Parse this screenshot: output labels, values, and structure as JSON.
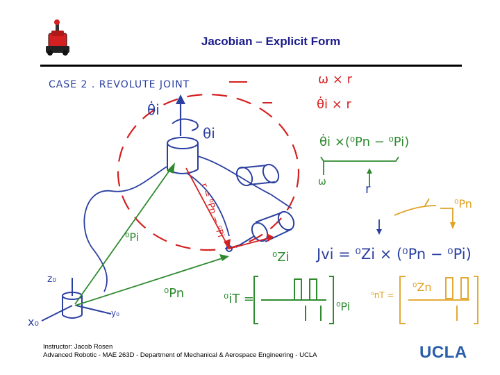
{
  "slide": {
    "title": "Jacobian – Explicit Form",
    "footer_line1": "Instructor: Jacob Rosen",
    "footer_line2": "Advanced Robotic - MAE 263D - Department of Mechanical & Aerospace Engineering - UCLA",
    "logo_text": "UCLA"
  },
  "handwriting": {
    "case_label": "CASE 2 . REVOLUTE JOINT",
    "theta_dot": "θ̇i",
    "theta": "θi",
    "w_cross_r": "ω × r",
    "thetadot_cross_r": "θ̇i × r",
    "thetadot_cross_p": "θ̇i ×(⁰Pn − ⁰Pi)",
    "w_label": "ω",
    "r_label": "r",
    "r_vec": "r = ⁰Pn − ⁰Pi",
    "p_i": "⁰Pi",
    "p_n": "⁰Pn",
    "p_n_orange": "⁰Pn",
    "z_i": "⁰Zi",
    "z0": "z₀",
    "x0": "x₀",
    "y0": "y₀",
    "jacobian_eq": "Jvi = ⁰Zi × (⁰Pn − ⁰Pi)",
    "transform_label": "⁰iT =",
    "transform_p": "⁰Pi",
    "transform_orange_label": "⁰nT =",
    "transform_orange_z": "⁰Zn"
  },
  "colors": {
    "title": "#1a1a8c",
    "red_ink": "#d42020",
    "blue_ink": "#2a3fa0",
    "green_ink": "#2f8a2f",
    "orange_ink": "#e0a020",
    "logo": "#2a5ea8"
  }
}
